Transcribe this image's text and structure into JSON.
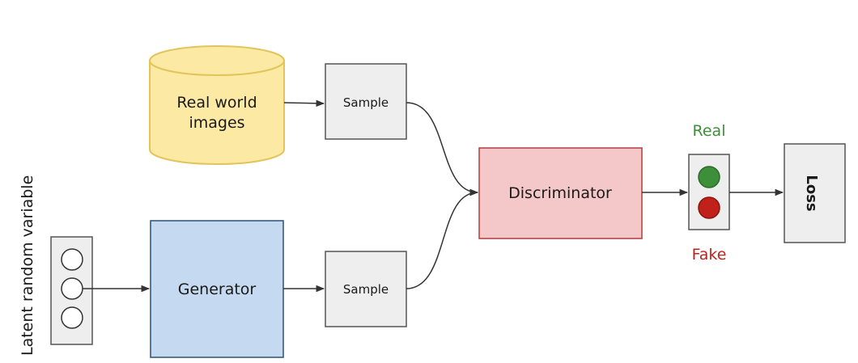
{
  "nodes": {
    "real_images": {
      "line1": "Real world",
      "line2": "images",
      "fill": "#fbe9a4",
      "stroke": "#e3c35a"
    },
    "sample_top": {
      "label": "Sample"
    },
    "sample_bottom": {
      "label": "Sample"
    },
    "generator": {
      "label": "Generator",
      "fill": "#c5daf0",
      "stroke": "#2f4f74"
    },
    "discriminator": {
      "label": "Discriminator",
      "fill": "#f4c7c8",
      "stroke": "#b33a3a"
    },
    "loss": {
      "label": "Loss"
    },
    "latent": {
      "label": "Latent random variable"
    }
  },
  "output": {
    "real_label": "Real",
    "fake_label": "Fake",
    "real_color": "#3e8f3a",
    "fake_color": "#c0211b"
  }
}
